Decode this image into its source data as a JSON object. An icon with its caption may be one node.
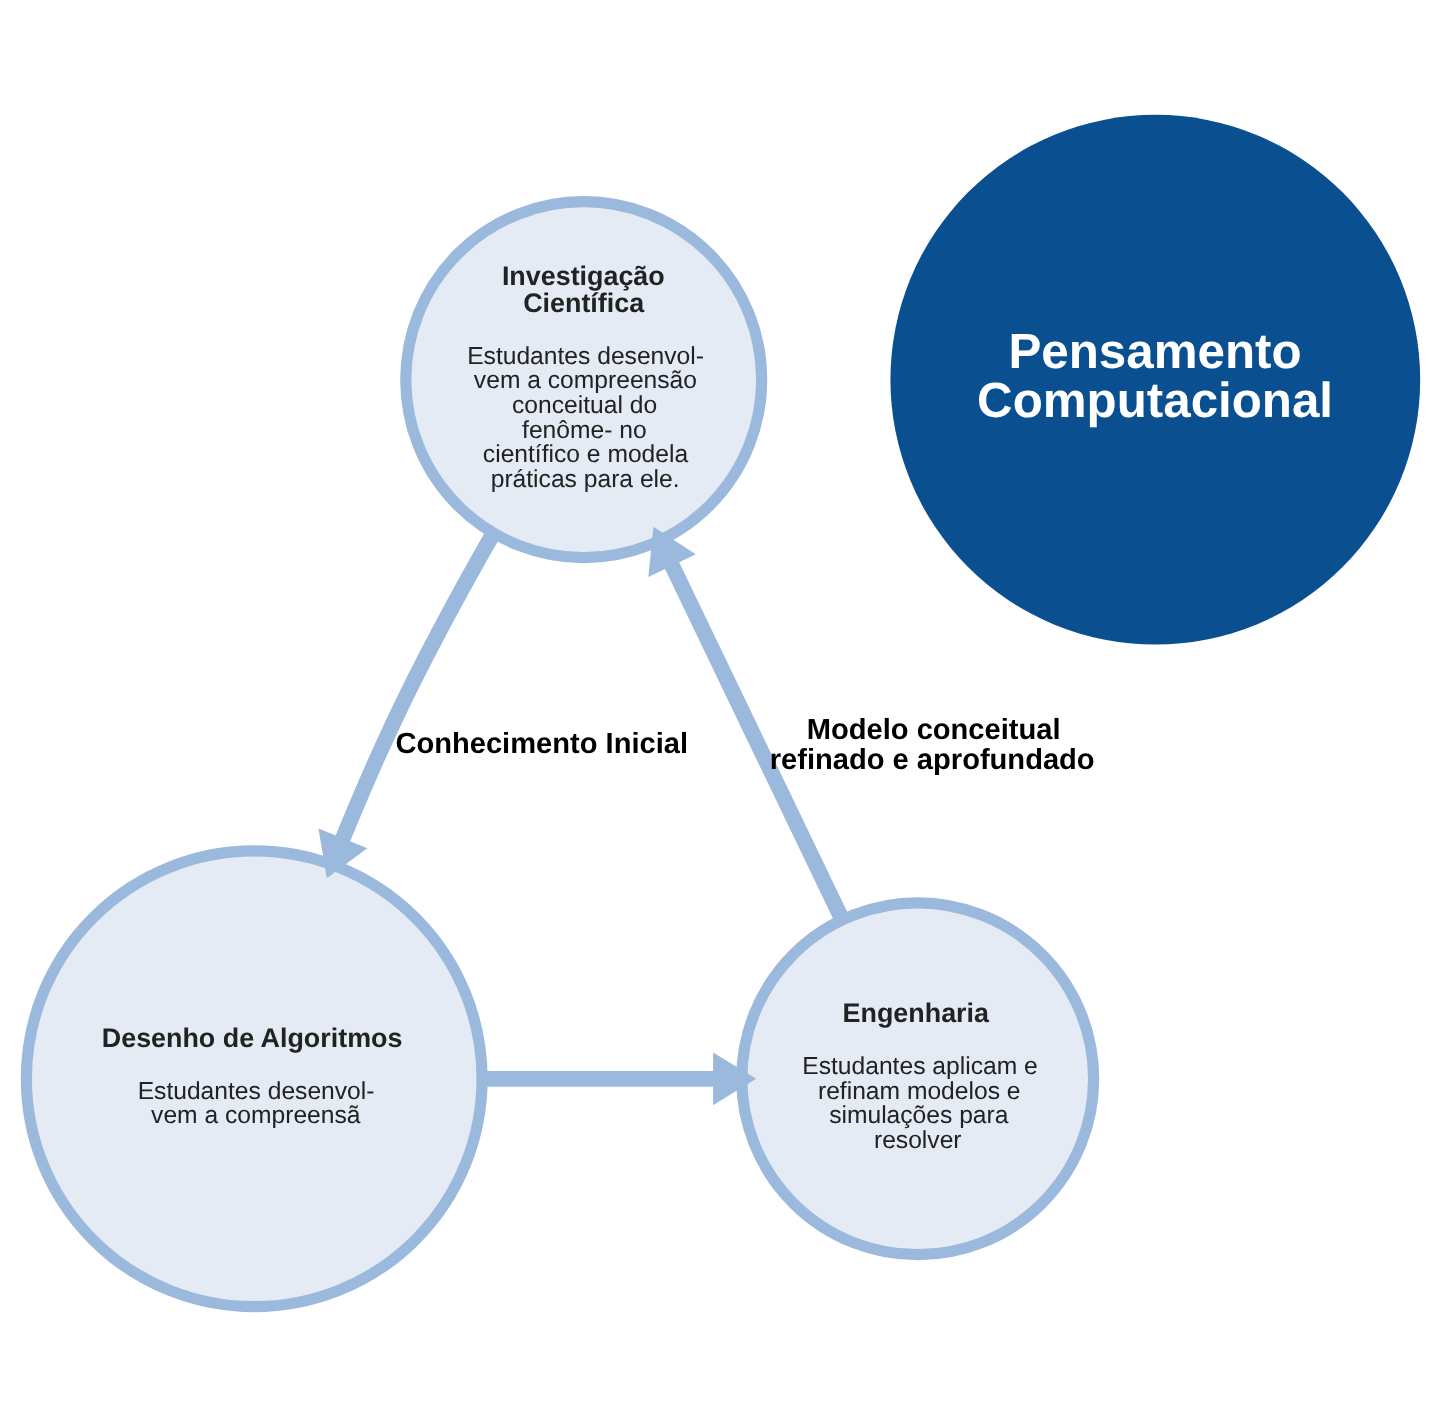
{
  "diagram": {
    "nodes": [
      {
        "text": [
          "Investigação Científica",
          "Estudantes desenvol- vem a compreensão conceitual do fenôme- no científico e modela práticas para ele."
        ]
      },
      {
        "text": [
          "Pensamento Computacional"
        ]
      },
      {
        "text": [
          "Engenharia",
          "Estudantes aplicam e refinam modelos e simulações para resolver"
        ]
      },
      {
        "text": [
          "Desenho de Algoritmos",
          "Estudantes desenvol- vem a compreensã"
        ]
      }
    ],
    "edges": [
      {
        "from": 0,
        "to": 3,
        "arrow": "to",
        "label": "Conhecimento Inicial"
      },
      {
        "from": 3,
        "to": 2,
        "arrow": "to"
      },
      {
        "from": 2,
        "to": 0,
        "arrow": "to",
        "label": "Modelo conceitual refinado e aprofundado"
      }
    ]
  }
}
